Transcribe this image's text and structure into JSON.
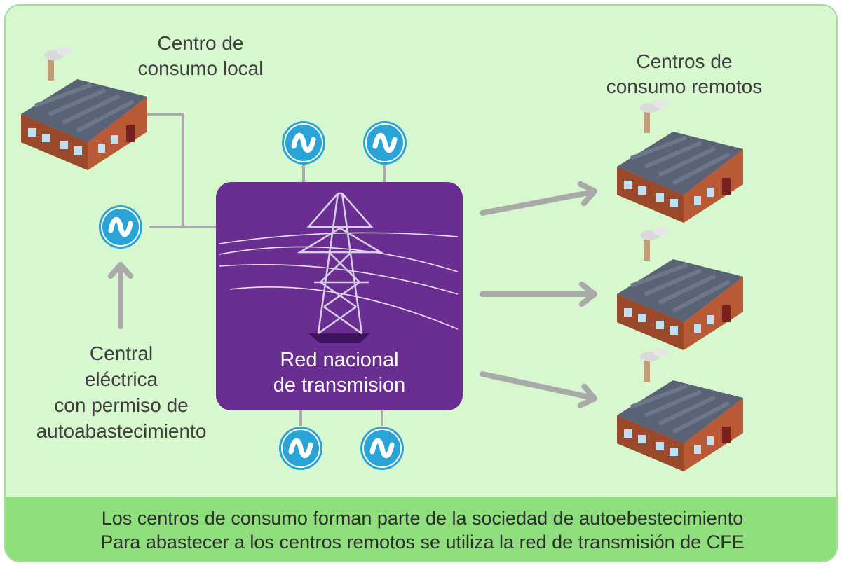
{
  "labels": {
    "local_center": "Centro de\nconsumo local",
    "remote_centers": "Centros de\nconsumo remotos",
    "power_plant": "Central\neléctrica\ncon permiso de\nautoabastecimiento",
    "grid": "Red nacional\nde transmision"
  },
  "footer": {
    "line1": "Los centros de consumo forman parte de la sociedad de autoebestecimiento",
    "line2": "Para abastecer a los centros remotos se utiliza la red de transmisión de CFE"
  },
  "colors": {
    "background": "#d7f7cf",
    "footer": "#8ede7c",
    "grid_box": "#6a2d91",
    "generator": "#2aa3d6",
    "connector": "#a9a9a9"
  },
  "icons": {
    "generator": "ac-generator-icon",
    "factory": "factory-icon",
    "tower": "transmission-tower-icon"
  }
}
